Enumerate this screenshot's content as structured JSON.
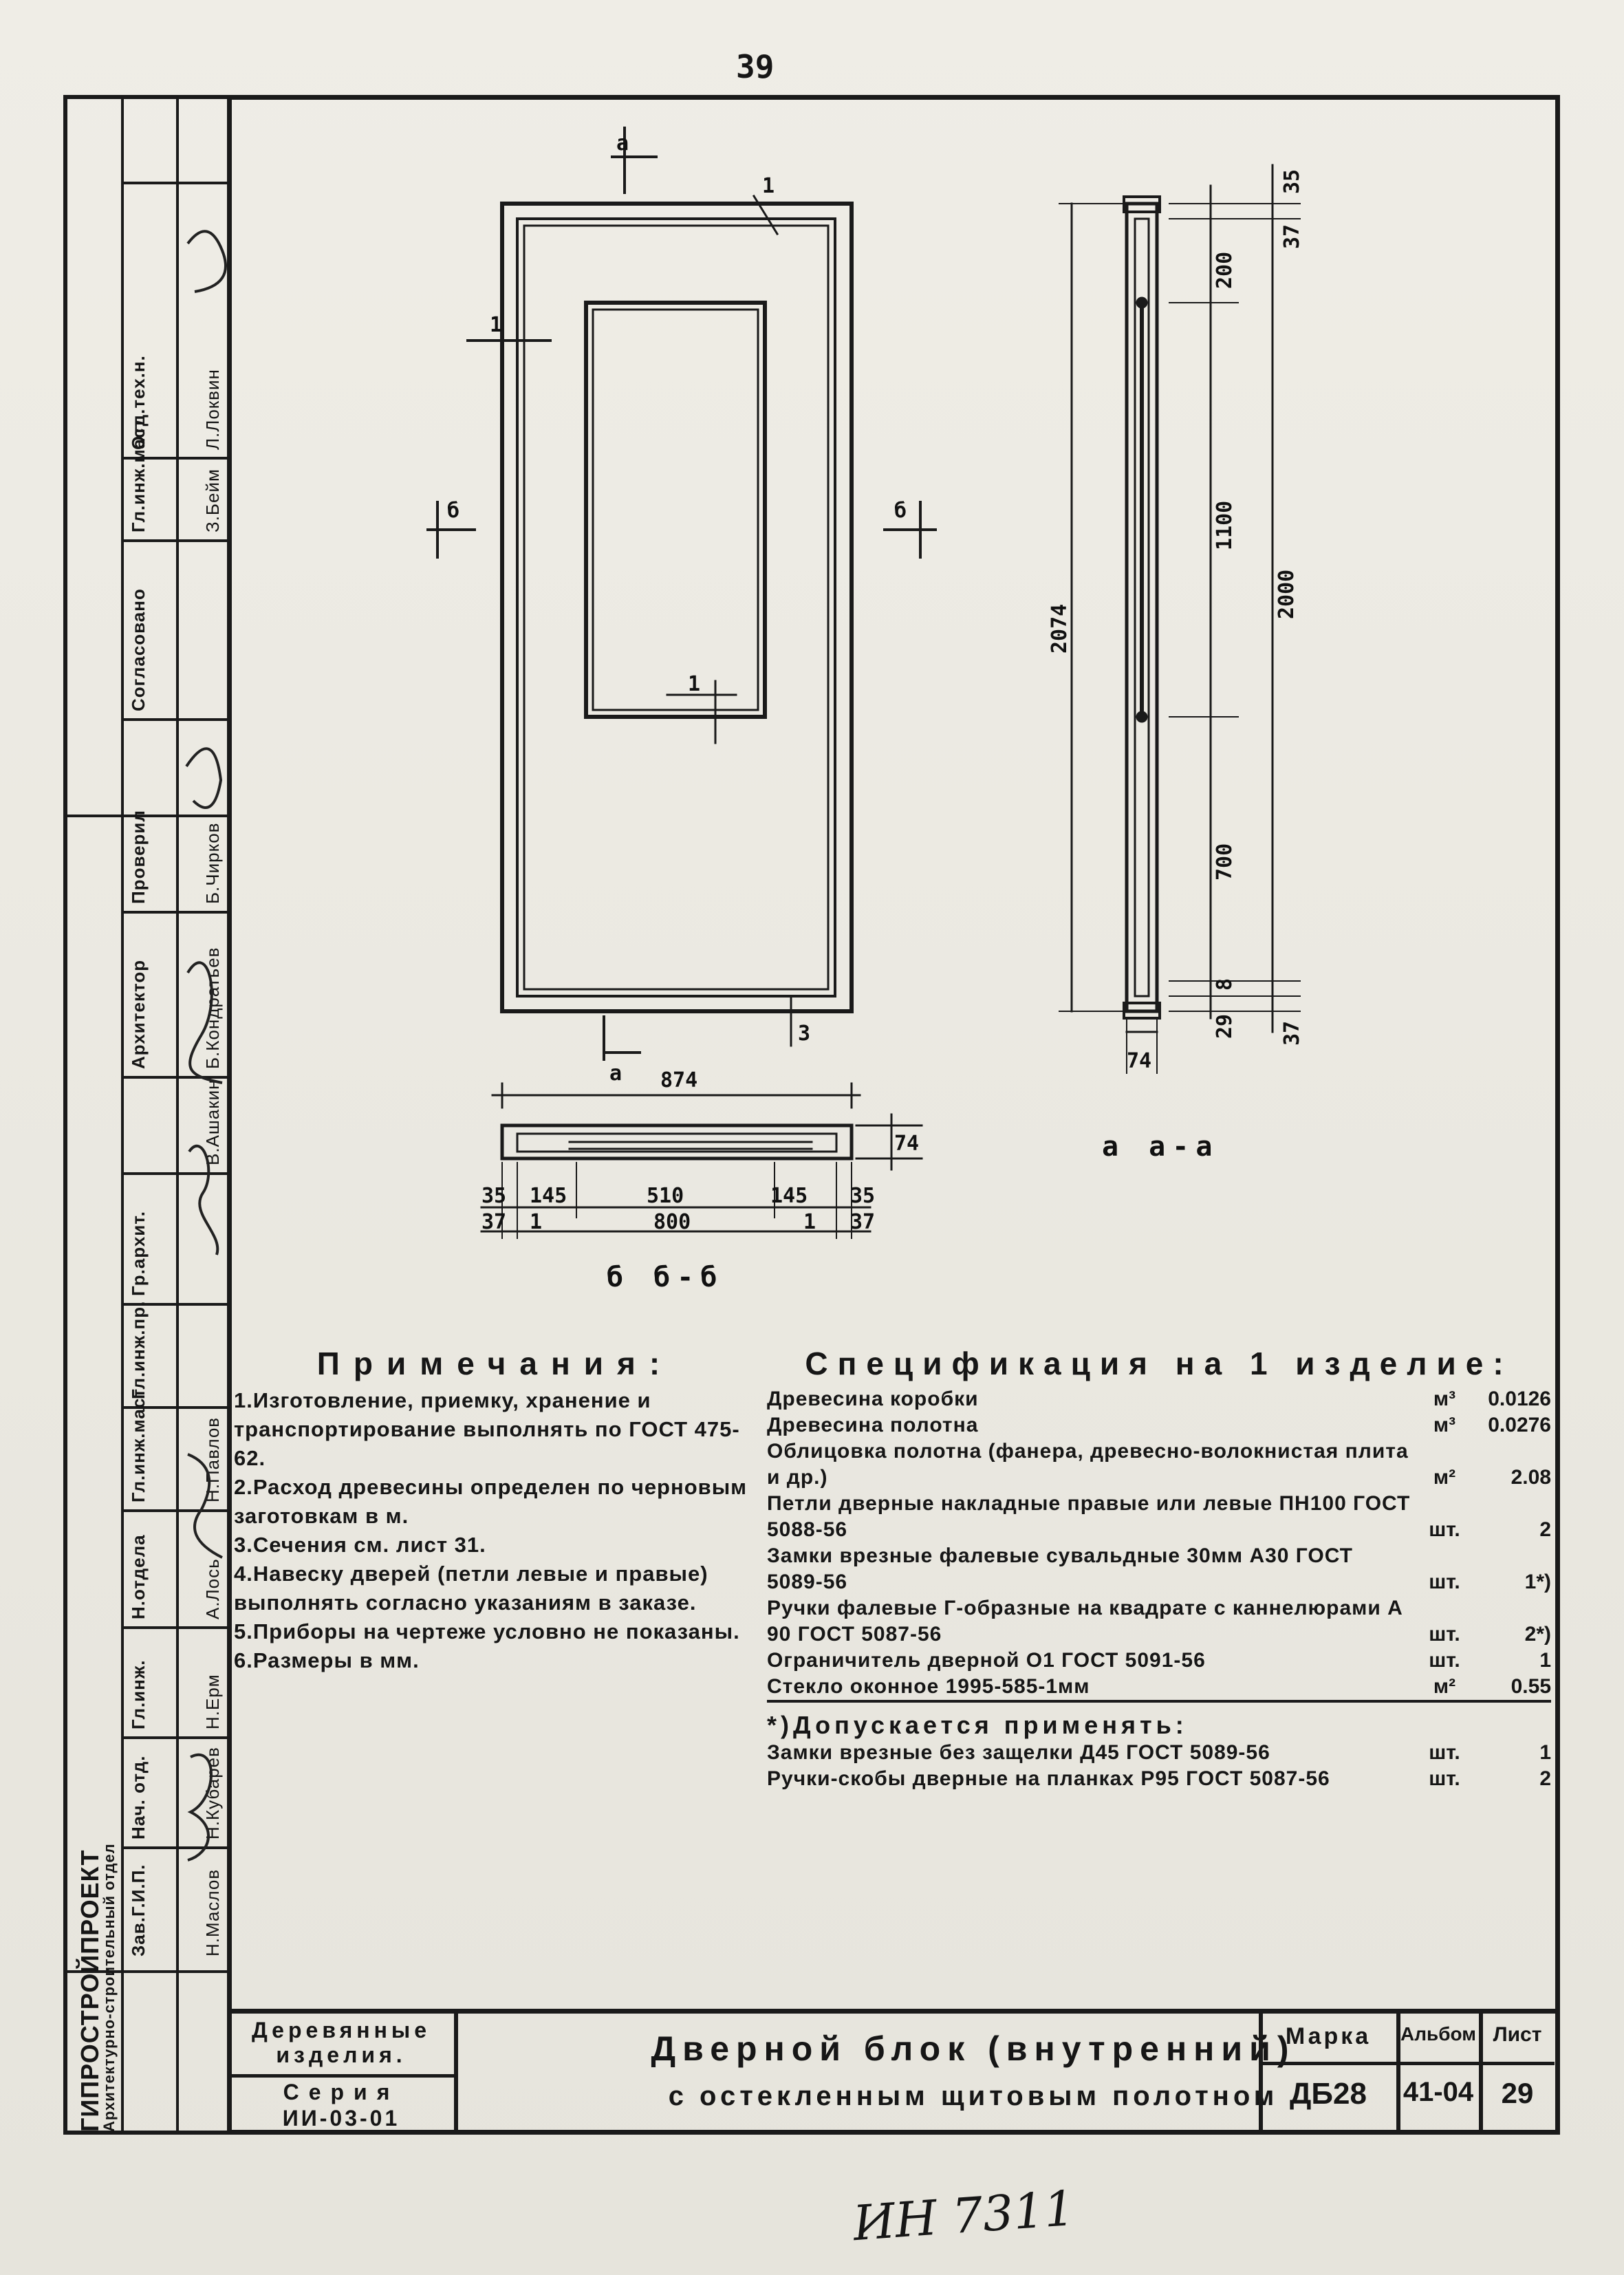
{
  "sheet_number": "39",
  "handwritten_inventory": "ИН 7311",
  "sidebar": {
    "organization": "ГИПРОСТРОЙПРОЕКТ",
    "department": "Архитектурно-строительный отдел",
    "roles": [
      "Зав.Г.И.П.",
      "Нач. отд.",
      "Гл.инж.",
      "Н.отдела",
      "Гл.инж.маст",
      "Гл.инж.пр.",
      "Гр.архит.",
      "Архитектор",
      "Проверил",
      "Согласовано",
      "Гл.инж.маст",
      "Отд.тех.н."
    ],
    "names": [
      "Н.Маслов",
      "Н.Кубарев",
      "Н.Ерм",
      "А.Лось",
      "Н.Павлов",
      "В.Ашакин",
      "Б.Кондратьев",
      "Б.Чирков",
      "",
      "З.Бейм",
      "Л.Локвин"
    ]
  },
  "drawing": {
    "section_marks": {
      "a": "а",
      "b": "б",
      "one": "1",
      "three": "3"
    },
    "front_view": {
      "width_dim": "874"
    },
    "plan_view": {
      "depth_dim": "74",
      "bottom_row1": [
        "35",
        "145",
        "510",
        "145",
        "35"
      ],
      "bottom_row2": [
        "37",
        "1",
        "800",
        "1",
        "37"
      ],
      "label": "б б-б"
    },
    "section_view": {
      "dims": [
        "35",
        "37",
        "2074",
        "200",
        "1100",
        "2000",
        "700",
        "8",
        "29",
        "37"
      ],
      "bottom_dim": "74",
      "label": "а а-а"
    }
  },
  "notes": {
    "title": "Примечания:",
    "items": [
      "1.Изготовление, приемку, хранение и транспортирование выполнять по ГОСТ 475-62.",
      "2.Расход древесины определен по черновым заготовкам в м.",
      "3.Сечения см. лист 31.",
      "4.Навеску дверей (петли левые и правые) выполнять согласно указаниям в заказе.",
      "5.Приборы на чертеже условно не показаны.",
      "6.Размеры в мм."
    ]
  },
  "specification": {
    "title": "Спецификация на 1 изделие:",
    "rows": [
      {
        "name": "Древесина коробки",
        "unit": "м³",
        "qty": "0.0126"
      },
      {
        "name": "Древесина полотна",
        "unit": "м³",
        "qty": "0.0276"
      },
      {
        "name": "Облицовка полотна (фанера, древесно-волокнистая плита и др.)",
        "unit": "м²",
        "qty": "2.08"
      },
      {
        "name": "Петли дверные накладные правые или левые ПН100 ГОСТ 5088-56",
        "unit": "шт.",
        "qty": "2"
      },
      {
        "name": "Замки врезные фалевые сувальдные 30мм А30 ГОСТ 5089-56",
        "unit": "шт.",
        "qty": "1*)"
      },
      {
        "name": "Ручки фалевые Г-образные на квадрате с каннелюрами А 90 ГОСТ 5087-56",
        "unit": "шт.",
        "qty": "2*)"
      },
      {
        "name": "Ограничитель дверной О1 ГОСТ 5091-56",
        "unit": "шт.",
        "qty": "1"
      },
      {
        "name": "Стекло оконное 1995-585-1мм",
        "unit": "м²",
        "qty": "0.55"
      }
    ],
    "footnote_title": "*)Допускается применять:",
    "footnotes": [
      {
        "name": "Замки врезные без защелки Д45 ГОСТ 5089-56",
        "unit": "шт.",
        "qty": "1"
      },
      {
        "name": "Ручки-скобы дверные на планках Р95 ГОСТ 5087-56",
        "unit": "шт.",
        "qty": "2"
      }
    ]
  },
  "title_block": {
    "category_label": "Деревянные изделия.",
    "series_label": "Серия",
    "series_value": "ИИ-03-01",
    "title_line1": "Дверной блок (внутренний)",
    "title_line2": "с остекленным щитовым полотном",
    "mark_label": "Марка",
    "mark_value": "ДБ28",
    "album_label": "Альбом",
    "album_value": "41-04",
    "sheet_label": "Лист",
    "sheet_value": "29"
  }
}
